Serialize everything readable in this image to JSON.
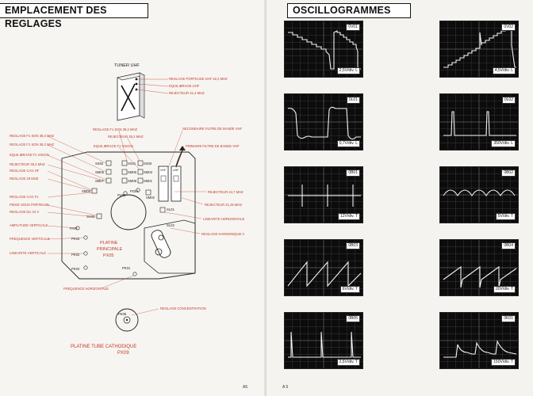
{
  "left_page": {
    "title": "EMPLACEMENT DES REGLAGES",
    "page_number": "A5",
    "tuner": {
      "title": "TUNER UHF",
      "labels": [
        "REGLAGE PORTEUSE UHF 32,2 MHZ",
        "EQUILIBRAGE UHF",
        "REJECTEUR 31,2 MHZ"
      ]
    },
    "left_labels": [
      "REGLAGE F1 SON 39,2 MHZ",
      "REGLAGE F1 SON 39,2 MHZ",
      "EQUILIBRAGE F1 VISION",
      "REJECTEUR 39,2 MHZ",
      "REGLAGE CAG HF",
      "REGLAGE 29 MHZ",
      "REGLAGE CAG F1",
      "PIEGE SOUS PORTEUSE",
      "REGLAGE DU 24 V",
      "AMPLITUDE VERTICALE",
      "FREQUENCE VERTICALE",
      "LINEARITE VERTICALE"
    ],
    "top_labels": [
      "REGLAGE F1 SON 39,2 MHZ",
      "REJECTEUR 35,2 MHZ",
      "EQUILIBRAGE F1 VISION",
      "SECONDAIRE FILTRE DE BANDE VHF",
      "PRIMAIRE FILTRE DE BANDE VHF"
    ],
    "right_labels": [
      "REJECTEUR 24,7 MHZ",
      "REJECTEUR 41,25 MHZ",
      "LINEARITE HORIZONTALE",
      "REGLAGE HARMONIQUE 3"
    ],
    "bottom_label": "FREQUENCE HORIZONTALE",
    "components": [
      "SS02",
      "SS01",
      "SS03",
      "SM06",
      "SM05",
      "SM03",
      "SM07",
      "SM08",
      "SM01",
      "SM09",
      "SM02",
      "SV02",
      "PA01",
      "PK03",
      "PK02",
      "PK04",
      "PK01",
      "SL01",
      "SL02",
      "PG01",
      "PV01",
      "VHF",
      "UHF"
    ],
    "platine_principale": [
      "PLATINE",
      "PRINCIPALE",
      "PX05"
    ],
    "crt": {
      "label": "REGLAGE CONCENTRATION",
      "component": "PK05",
      "title": "PLATINE TUBE CATHODIQUE",
      "code": "PX09"
    }
  },
  "right_page": {
    "title": "OSCILLOGRAMMES",
    "page_number": "A 5",
    "scopes": [
      {
        "tag": "0V01",
        "cal": "2,5V/div. L",
        "wave": "staircase-down"
      },
      {
        "tag": "0V02",
        "cal": "4,5V/div. L",
        "wave": "staircase-up"
      },
      {
        "tag": "0L01",
        "cal": "0,7V/div. L",
        "wave": "square-ring"
      },
      {
        "tag": "0L02",
        "cal": "350V/div. L",
        "wave": "pulse-up"
      },
      {
        "tag": "0B01",
        "cal": "12V/div. T",
        "wave": "vspikes"
      },
      {
        "tag": "0B02",
        "cal": "5V/div. T",
        "wave": "scallop"
      },
      {
        "tag": "0B03",
        "cal": "6V/div. T",
        "wave": "sawtooth"
      },
      {
        "tag": "0B04",
        "cal": "20V/div. T",
        "wave": "sawtooth-spike"
      },
      {
        "tag": "0B05",
        "cal": "2,5V/div. T",
        "wave": "pulse-low"
      },
      {
        "tag": "0K01",
        "cal": "150V/div. T",
        "wave": "spike-decay"
      }
    ]
  }
}
